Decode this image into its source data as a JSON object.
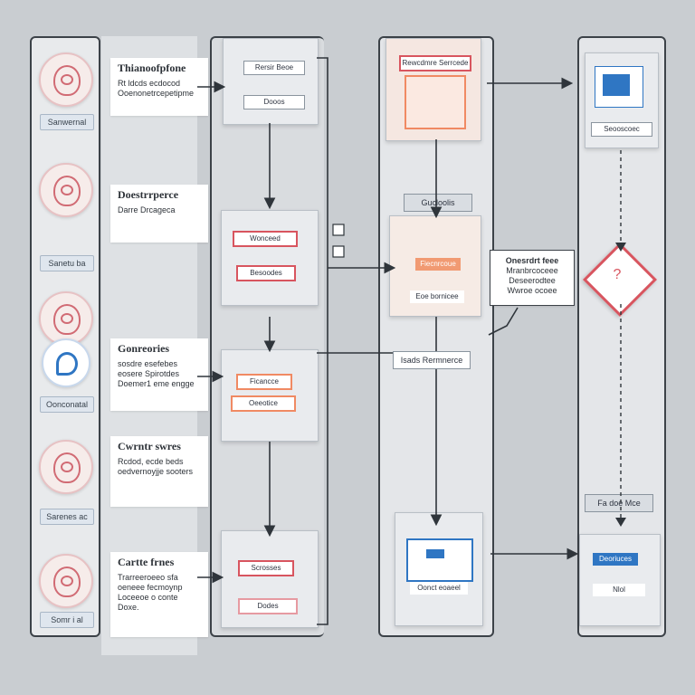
{
  "swimlane": {
    "roles": [
      {
        "label": "Sanwernal"
      },
      {
        "label": "Sanetu ba"
      },
      {
        "label": "Oonconatal"
      },
      {
        "label": "Sarenes ac"
      },
      {
        "label": "Somr i al"
      }
    ],
    "descriptions": [
      {
        "title": "Thianoofpfone",
        "lines": [
          "Rt ldcds ecdocod",
          "Ooenonetrcepetipme"
        ]
      },
      {
        "title": "Doestrrperce",
        "lines": [
          "Darre Drcageca"
        ]
      },
      {
        "title": "Gonreories",
        "lines": [
          "sosdre esefebes",
          "eosere   Spirotdes",
          "Doemer1 eme engge"
        ]
      },
      {
        "title": "Cwrntr swres",
        "lines": [
          "Rcdod, ecde beds",
          "oedvernoyjje sooters"
        ]
      },
      {
        "title": "Cartte frnes",
        "lines": [
          "Trarreeroeeo sfa",
          "oeneee fecmoynp",
          "Loceeoe o conte",
          "Doxe."
        ]
      }
    ]
  },
  "column2": {
    "card1": {
      "top": "Rersir Beoe",
      "bottom": "Dooos"
    },
    "card2": {
      "top": "Wonceed",
      "bottom": "Besoodes"
    },
    "card3": {
      "top": "Ficancce",
      "bottom": "Oeeotice"
    },
    "card4": {
      "top": "Scrosses",
      "bottom": "Dodes"
    }
  },
  "column3": {
    "card1": {
      "title": "Rewcdmre Serrcede"
    },
    "card2": {
      "header": "Gucloolis",
      "bar": "Fiecnrcoue",
      "bottom": "Eoe bornicee"
    },
    "connector_label": "Isads Rermnerce",
    "card3": {
      "bottom": "Oonct eoaeel"
    }
  },
  "annotation": {
    "lines": [
      "Onesrdrt feee",
      "Mranbrcoceee",
      "Deseerodtee",
      "Wwroe ocoee"
    ]
  },
  "column4": {
    "card1": {
      "label": "Seooscoec"
    },
    "decision": {
      "symbol": "?"
    },
    "card2": {
      "header": "Fa doe Mce",
      "bar": "Deoriuces",
      "bottom": "Nlol"
    }
  },
  "colors": {
    "red": "#d8555f",
    "orange": "#f08a63",
    "blue": "#2f76c3",
    "line": "#2f353b"
  }
}
